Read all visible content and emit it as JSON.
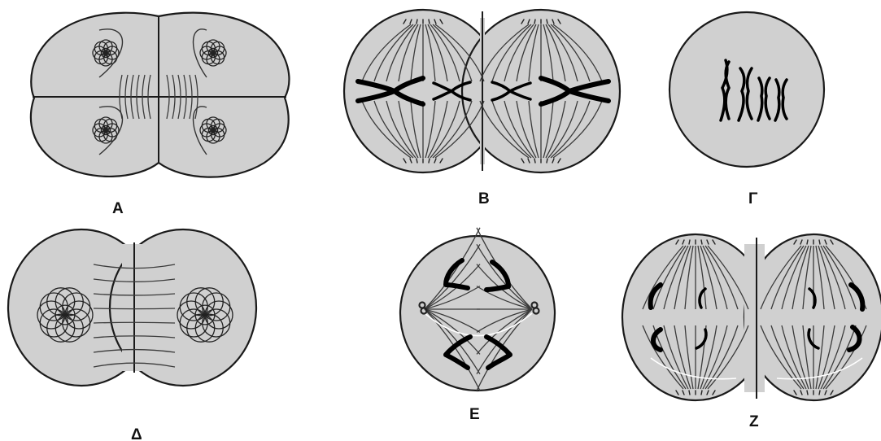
{
  "labels": {
    "a": "Α",
    "b": "Β",
    "g": "Γ",
    "d": "Δ",
    "e": "Ε",
    "z": "Ζ"
  },
  "colors": {
    "cell_fill": "#d0d0d0",
    "outline": "#1a1a1a",
    "chromosome": "#000000"
  }
}
